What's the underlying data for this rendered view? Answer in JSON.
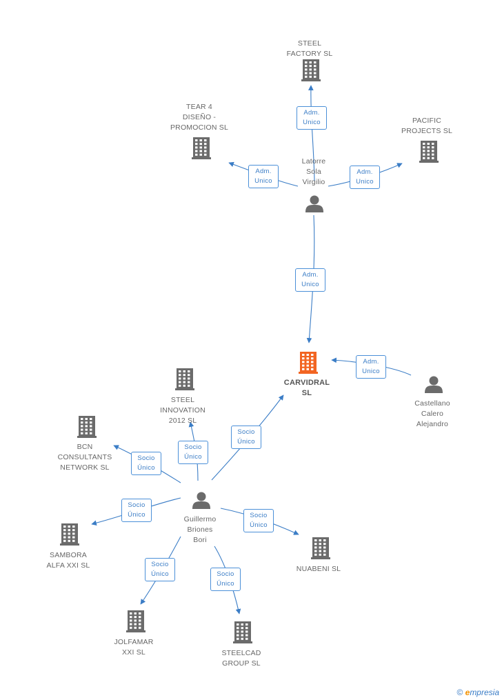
{
  "colors": {
    "company": "#6b6b6b",
    "focus": "#f26522",
    "person": "#6b6b6b",
    "edge": "#3b7dc6"
  },
  "nodes": [
    {
      "id": "steel_factory",
      "kind": "company",
      "label": [
        "STEEL",
        "FACTORY SL"
      ]
    },
    {
      "id": "tear4",
      "kind": "company",
      "label": [
        "TEAR 4",
        "DISEÑO -",
        "PROMOCION SL"
      ]
    },
    {
      "id": "pacific",
      "kind": "company",
      "label": [
        "PACIFIC",
        "PROJECTS SL"
      ]
    },
    {
      "id": "latorre",
      "kind": "person",
      "label": [
        "Latorre",
        "Sola",
        "Virgilio"
      ]
    },
    {
      "id": "carvidral",
      "kind": "focus",
      "label": [
        "CARVIDRAL",
        "SL"
      ]
    },
    {
      "id": "castellano",
      "kind": "person",
      "label": [
        "Castellano",
        "Calero",
        "Alejandro"
      ]
    },
    {
      "id": "steel_innovation",
      "kind": "company",
      "label": [
        "STEEL",
        "INNOVATION",
        "2012  SL"
      ]
    },
    {
      "id": "bcn",
      "kind": "company",
      "label": [
        "BCN",
        "CONSULTANTS",
        "NETWORK  SL"
      ]
    },
    {
      "id": "guillermo",
      "kind": "person",
      "label": [
        "Guillermo",
        "Briones",
        "Bori"
      ]
    },
    {
      "id": "sambora",
      "kind": "company",
      "label": [
        "SAMBORA",
        "ALFA XXI SL"
      ]
    },
    {
      "id": "nuabeni",
      "kind": "company",
      "label": [
        "NUABENI SL"
      ]
    },
    {
      "id": "jolfamar",
      "kind": "company",
      "label": [
        "JOLFAMAR",
        "XXI SL"
      ]
    },
    {
      "id": "steelcad",
      "kind": "company",
      "label": [
        "STEELCAD",
        "GROUP  SL"
      ]
    }
  ],
  "edges": [
    {
      "from": "latorre",
      "to": "steel_factory",
      "label": [
        "Adm.",
        "Unico"
      ]
    },
    {
      "from": "latorre",
      "to": "tear4",
      "label": [
        "Adm.",
        "Unico"
      ]
    },
    {
      "from": "latorre",
      "to": "pacific",
      "label": [
        "Adm.",
        "Unico"
      ]
    },
    {
      "from": "latorre",
      "to": "carvidral",
      "label": [
        "Adm.",
        "Unico"
      ]
    },
    {
      "from": "castellano",
      "to": "carvidral",
      "label": [
        "Adm.",
        "Unico"
      ]
    },
    {
      "from": "guillermo",
      "to": "carvidral",
      "label": [
        "Socio",
        "Único"
      ]
    },
    {
      "from": "guillermo",
      "to": "steel_innovation",
      "label": [
        "Socio",
        "Único"
      ]
    },
    {
      "from": "guillermo",
      "to": "bcn",
      "label": [
        "Socio",
        "Único"
      ]
    },
    {
      "from": "guillermo",
      "to": "sambora",
      "label": [
        "Socio",
        "Único"
      ]
    },
    {
      "from": "guillermo",
      "to": "nuabeni",
      "label": [
        "Socio",
        "Único"
      ]
    },
    {
      "from": "guillermo",
      "to": "jolfamar",
      "label": [
        "Socio",
        "Único"
      ]
    },
    {
      "from": "guillermo",
      "to": "steelcad",
      "label": [
        "Socio",
        "Único"
      ]
    }
  ],
  "footer": {
    "copyright": "©",
    "brand_initial": "e",
    "brand_rest": "mpresia"
  }
}
